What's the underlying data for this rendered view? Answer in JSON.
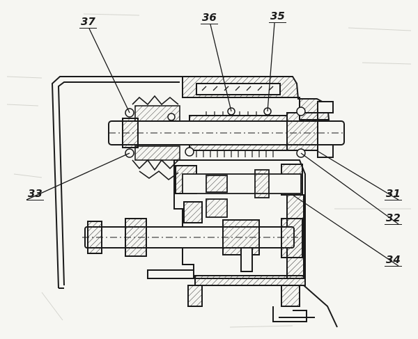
{
  "callouts": {
    "c37": "37",
    "c36": "36",
    "c35": "35",
    "c33": "33",
    "c31": "31",
    "c32": "32",
    "c34": "34"
  },
  "colors": {
    "ink": "#1a1a1a",
    "paper": "#f6f6f2",
    "hatch": "#3a3a3a"
  }
}
